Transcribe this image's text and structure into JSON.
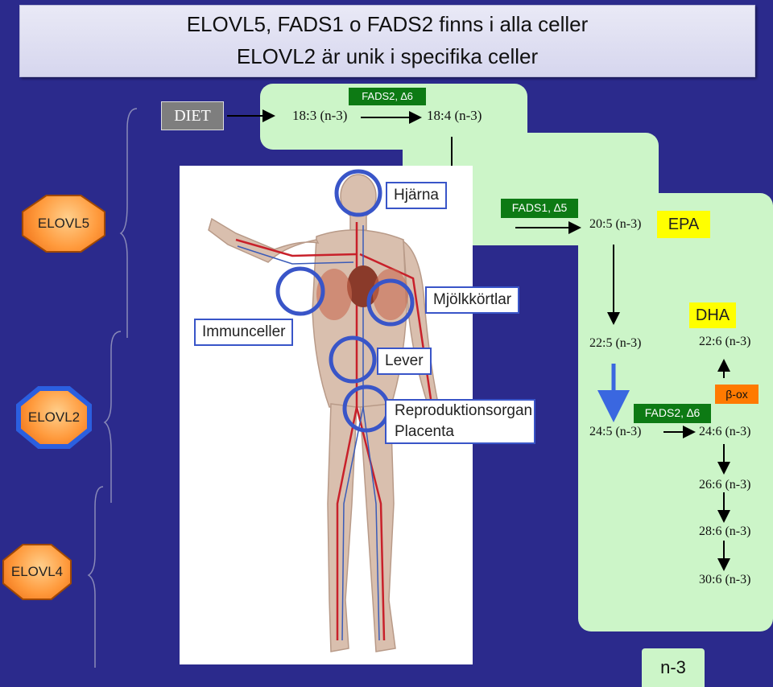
{
  "title": {
    "line1": "ELOVL5, FADS1 o FADS2 finns i alla celler",
    "line2": "ELOVL2 är unik i specifika celler"
  },
  "pathway": {
    "diet": "DIET",
    "fa_18_3": "18:3 (n-3)",
    "fa_18_4": "18:4 (n-3)",
    "fa_20_5": "20:5 (n-3)",
    "epa": "EPA",
    "fa_22_5": "22:5 (n-3)",
    "dha": "DHA",
    "fa_22_6": "22:6 (n-3)",
    "fa_24_5": "24:5 (n-3)",
    "fa_24_6": "24:6 (n-3)",
    "fa_26_6": "26:6 (n-3)",
    "fa_28_6": "28:6 (n-3)",
    "fa_30_6": "30:6 (n-3)"
  },
  "enzymes": {
    "fads2_d6_top": "FADS2, ∆6",
    "fads1_d5": "FADS1, ∆5",
    "fads2_d6_bottom": "FADS2, ∆6",
    "beta_ox": "β-ox"
  },
  "elongases": {
    "elovl5": "ELOVL5",
    "elovl2": "ELOVL2",
    "elovl4": "ELOVL4"
  },
  "organs": {
    "hjarna": "Hjärna",
    "immunceller": "Immunceller",
    "mjolkkortlar": "Mjölkkörtlar",
    "lever": "Lever",
    "repro_line1": "Reproduktionsorgan",
    "repro_line2": "Placenta"
  },
  "footer": {
    "n3": "n-3"
  },
  "colors": {
    "background": "#2b2a8c",
    "green_panel": "#ccf5c8",
    "enzyme_green": "#0d7a14",
    "epa_yellow": "#ffff00",
    "beta_ox_orange": "#ff7a00",
    "circle_blue": "#3955c8"
  }
}
